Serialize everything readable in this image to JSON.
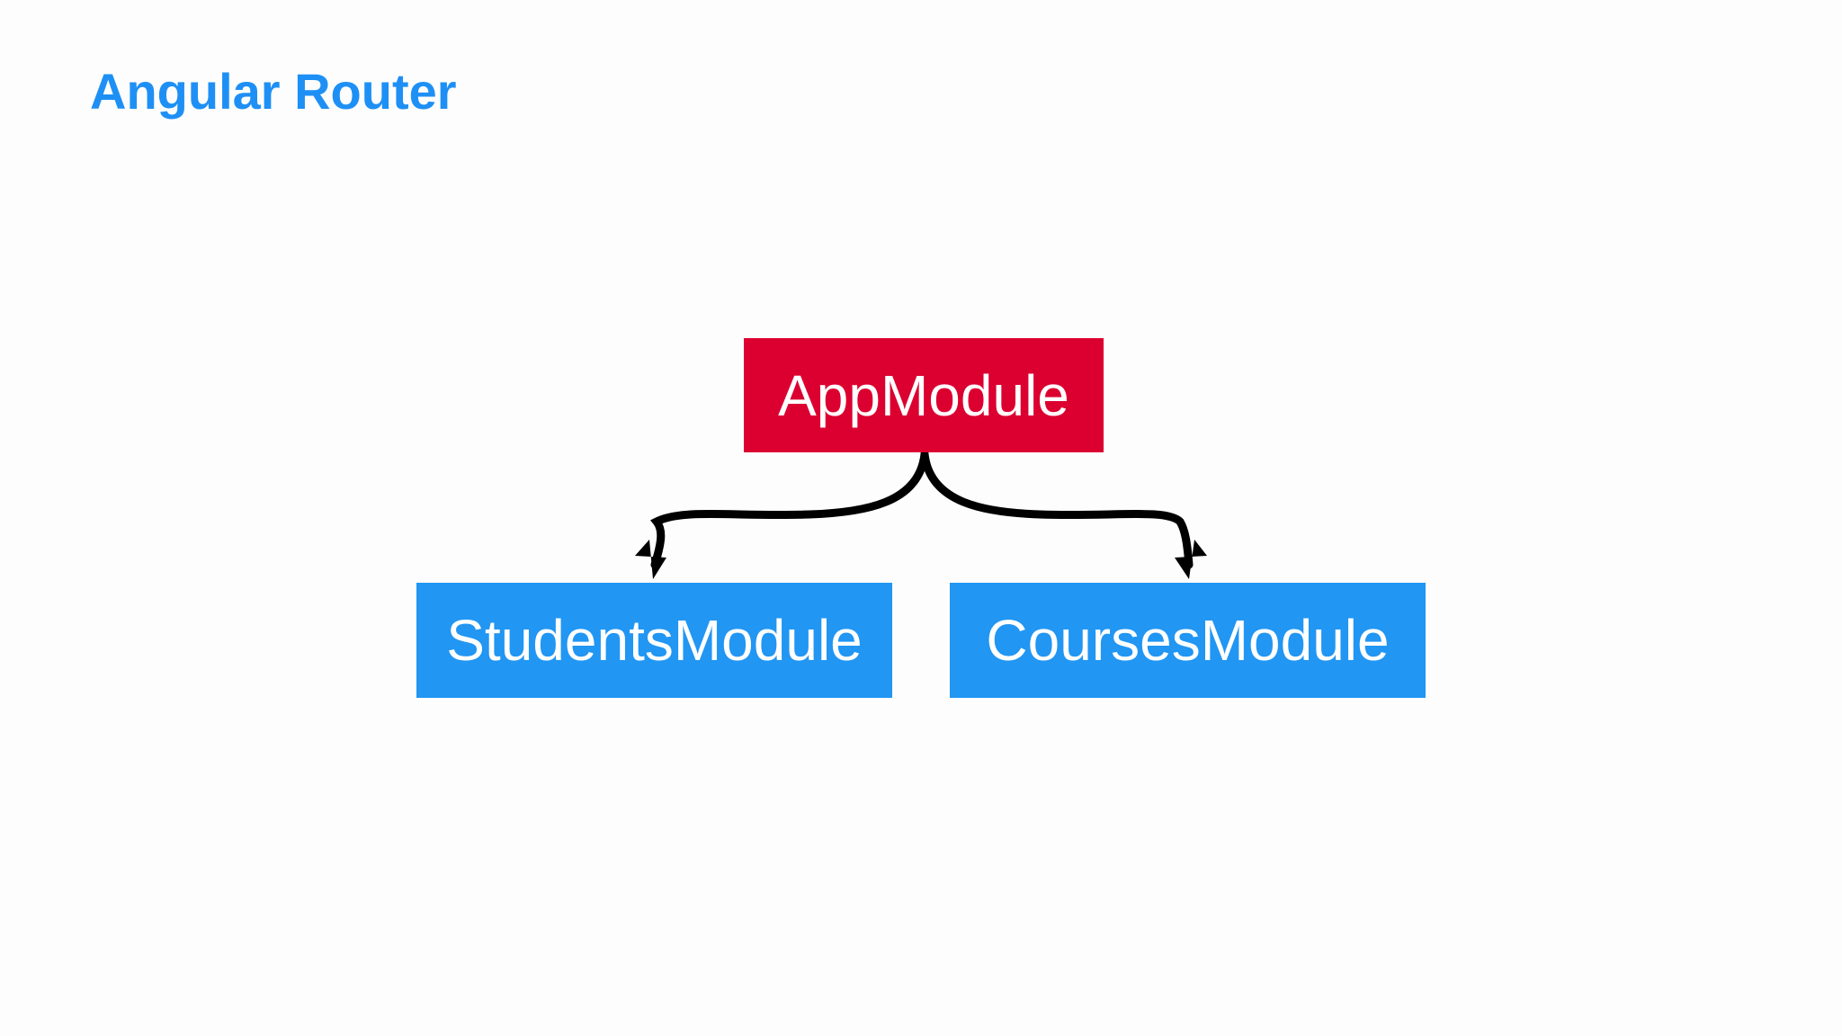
{
  "title": "Angular Router",
  "colors": {
    "title": "#1e90f5",
    "root_module": "#dc0031",
    "child_module": "#2196f3",
    "arrow": "#000000",
    "label_text": "#ffffff",
    "background": "#fdfdfd"
  },
  "diagram": {
    "root": {
      "label": "AppModule"
    },
    "children": [
      {
        "label": "StudentsModule"
      },
      {
        "label": "CoursesModule"
      }
    ]
  }
}
